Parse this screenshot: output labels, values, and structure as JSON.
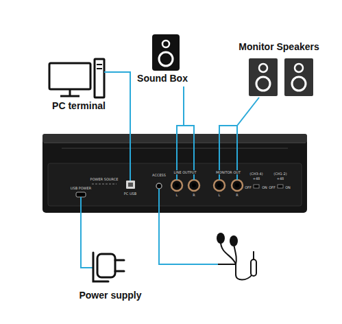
{
  "diagram": {
    "nodes": [
      {
        "text": [
          "PC terminal"
        ]
      },
      {
        "text": [
          "Sound Box"
        ]
      },
      {
        "text": [
          "Monitor Speakers"
        ]
      },
      {
        "text": [
          "USB POWER",
          "POWER SOURCE",
          "PC USB",
          "ACCESS",
          "LINE OUTPUT",
          "L",
          "R",
          "MONITOR OUT",
          "L",
          "R",
          "(CH3-4)",
          "+48",
          "OFF",
          "ON",
          "(CH1-2)",
          "+48",
          "OFF",
          "ON"
        ]
      },
      {
        "text": [
          "Power supply"
        ]
      }
    ],
    "edges": [
      {
        "from": 0,
        "to": 3,
        "arrow": "none"
      },
      {
        "from": 1,
        "to": 3,
        "arrow": "none"
      },
      {
        "from": 2,
        "to": 3,
        "arrow": "none"
      },
      {
        "from": 3,
        "to": 4,
        "arrow": "none"
      }
    ]
  }
}
